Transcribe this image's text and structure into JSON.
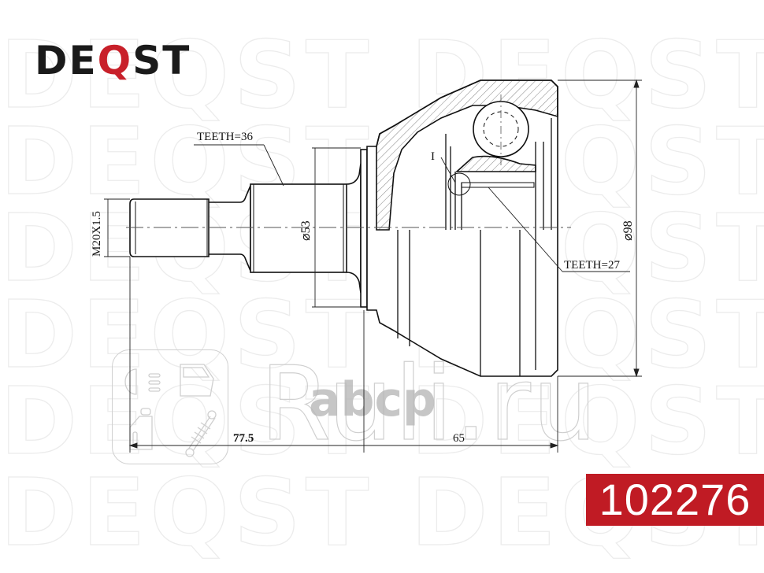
{
  "brand": {
    "logo_prefix": "DE",
    "logo_q": "Q",
    "logo_suffix": "ST",
    "brand_color": "#c8202a",
    "text_color": "#1a1a1a"
  },
  "watermarks": {
    "repeated_text": "DEQST DEQST",
    "overlay_site": "Ruli.ru",
    "overlay_logo": "abcp",
    "icon_tile": [
      "headlight-icon",
      "car-door-icon",
      "oil-bottle-icon",
      "shock-absorber-icon"
    ]
  },
  "drawing": {
    "title": "CV joint outer (technical drawing)",
    "labels": {
      "teeth_outer_shaft": "TEETH=36",
      "teeth_inner": "TEETH=27",
      "thread": "M20X1.5",
      "shaft_diameter": "⌀53",
      "housing_diameter": "⌀98",
      "detail_marker": "I",
      "length_shaft": "77.5",
      "length_housing": "65"
    }
  },
  "part_number": {
    "value": "102276",
    "badge_color": "#c01b24"
  }
}
